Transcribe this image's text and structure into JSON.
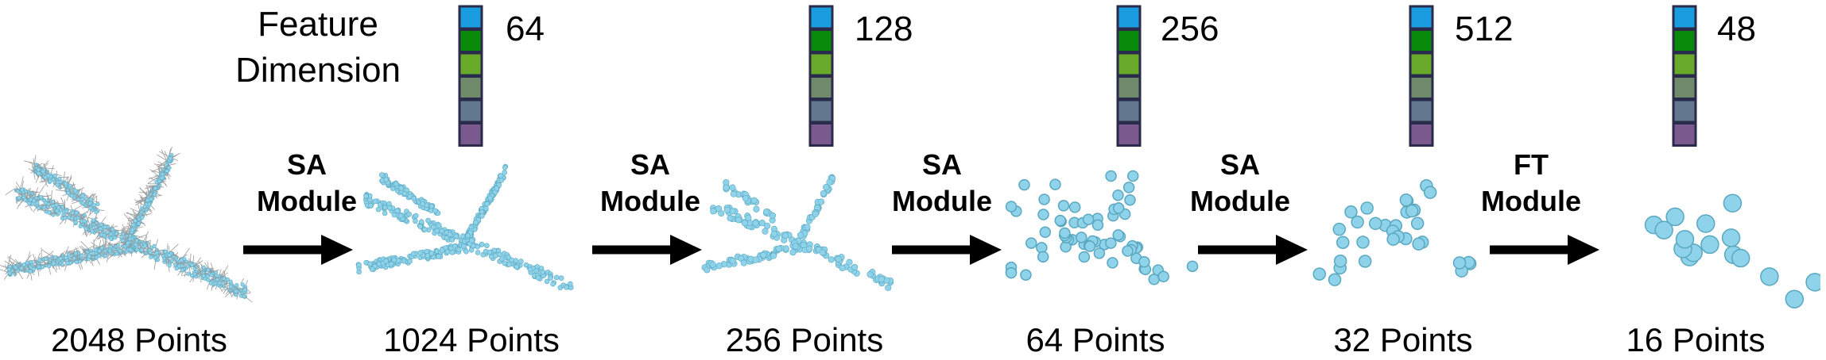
{
  "feature_label": {
    "line1": "Feature",
    "line2": "Dimension"
  },
  "feature_dims": [
    "64",
    "128",
    "256",
    "512",
    "48"
  ],
  "stack_colors": [
    "#1a9de0",
    "#0a8a0a",
    "#6aaa2a",
    "#6e8a6a",
    "#63788e",
    "#7a5a8e"
  ],
  "modules": [
    {
      "line1": "SA",
      "line2": "Module"
    },
    {
      "line1": "SA",
      "line2": "Module"
    },
    {
      "line1": "SA",
      "line2": "Module"
    },
    {
      "line1": "SA",
      "line2": "Module"
    },
    {
      "line1": "FT",
      "line2": "Module"
    }
  ],
  "point_counts": [
    "2048 Points",
    "1024 Points",
    "256 Points",
    "64 Points",
    "32 Points",
    "16 Points"
  ],
  "point_color": "#8fd3ea",
  "point_stroke": "#5aa8c0"
}
